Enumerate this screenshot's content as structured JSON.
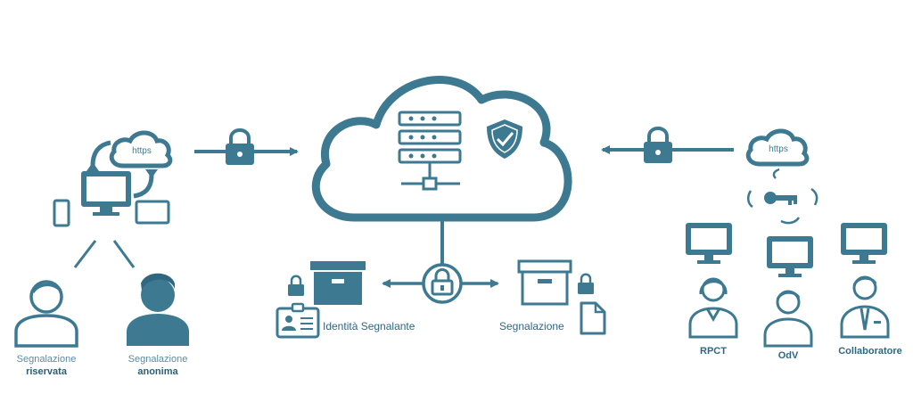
{
  "colors": {
    "primary": "#3d7a92",
    "dark": "#2f6780",
    "light": "#ffffff"
  },
  "cloud_labels": {
    "left": "https",
    "right": "https"
  },
  "reporters": {
    "riservata": {
      "line1": "Segnalazione",
      "line2": "riservata"
    },
    "anonima": {
      "line1": "Segnalazione",
      "line2": "anonima"
    }
  },
  "storage": {
    "identity_label": "Identità Segnalante",
    "report_label": "Segnalazione"
  },
  "recipients": [
    "RPCT",
    "OdV",
    "Collaboratore"
  ]
}
